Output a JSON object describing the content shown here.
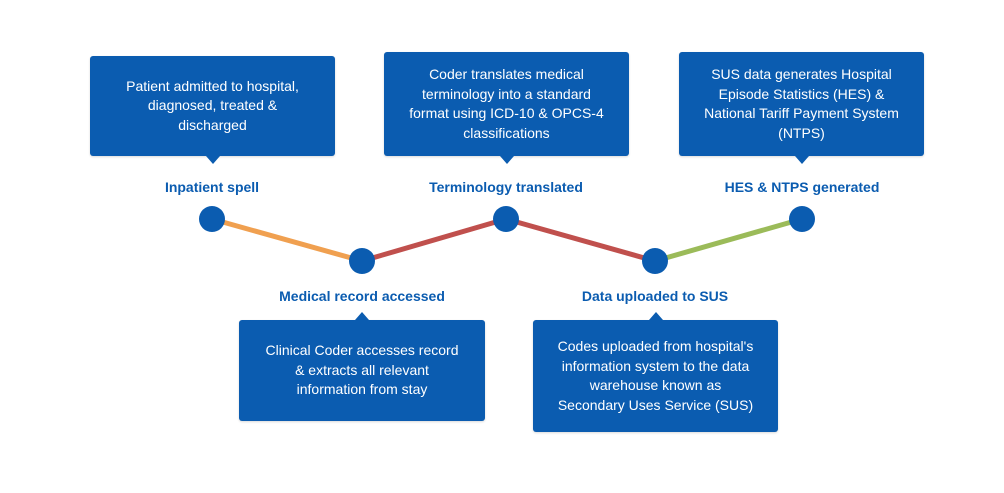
{
  "stages": [
    {
      "label": "Inpatient spell",
      "description": "Patient admitted to hospital,\ndiagnosed, treated &\ndischarged"
    },
    {
      "label": "Medical record accessed",
      "description": "Clinical Coder accesses record\n& extracts all relevant\ninformation from stay"
    },
    {
      "label": "Terminology translated",
      "description": "Coder translates medical\nterminology into a standard\nformat using ICD-10 & OPCS-4\nclassifications"
    },
    {
      "label": "Data uploaded to SUS",
      "description": "Codes uploaded from hospital's\ninformation system to the data\nwarehouse known as\nSecondary Uses Service (SUS)"
    },
    {
      "label": "HES & NTPS generated",
      "description": "SUS data generates Hospital\nEpisode Statistics (HES) &\nNational Tariff Payment System\n(NTPS)"
    }
  ],
  "colors": {
    "box": "#0b5cb0",
    "node": "#0b5cb0",
    "label": "#0b5cb0",
    "connectors": [
      "#f0a050",
      "#c0504d",
      "#c0504d",
      "#9bbb59"
    ]
  }
}
